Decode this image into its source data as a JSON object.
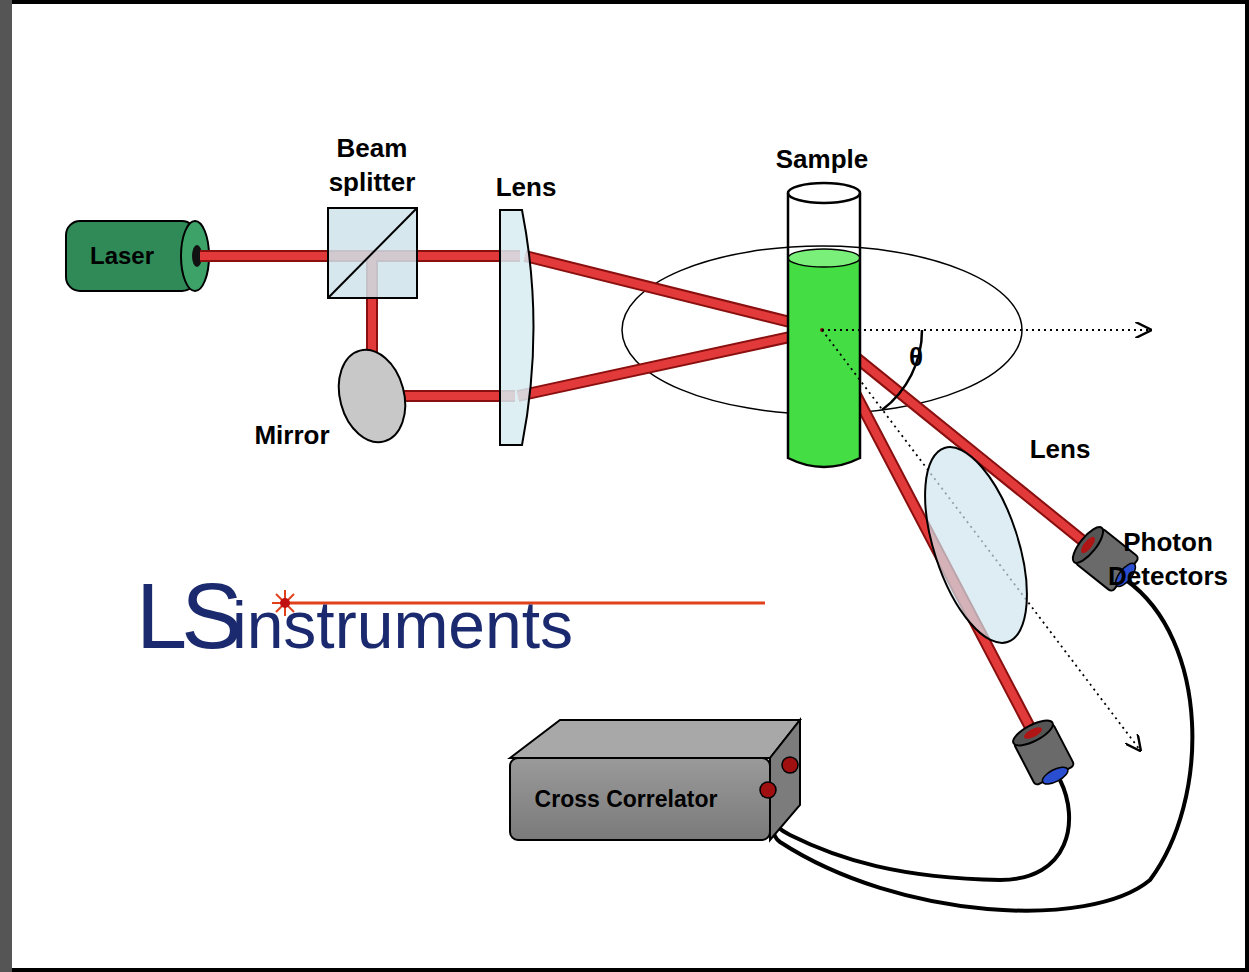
{
  "diagram": {
    "nodes": [
      {
        "text": [
          "Laser"
        ]
      },
      {
        "text": [
          "Cross Correlator"
        ]
      }
    ],
    "labels": [
      "Beam splitter",
      "Lens",
      "Sample",
      "Mirror",
      "θ",
      "Lens",
      "Photon Detectors",
      "LS",
      "instruments"
    ]
  }
}
